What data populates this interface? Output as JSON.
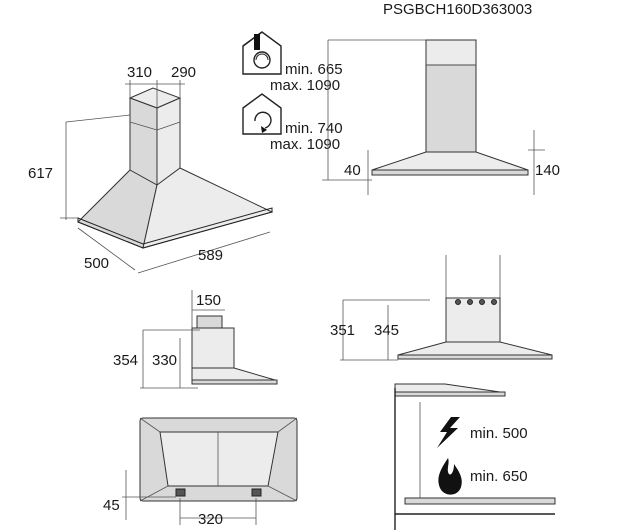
{
  "model_code": "PSGBCH160D363003",
  "top_view": {
    "chimney_depth": "310",
    "chimney_width": "290",
    "height": "617",
    "depth": "500",
    "width": "589"
  },
  "distances": {
    "extraction": {
      "min": "min. 665",
      "max": "max. 1090",
      "icon": "extraction-mode-house-icon"
    },
    "recirculation": {
      "min": "min. 740",
      "max": "max. 1090",
      "icon": "recirculation-mode-house-icon"
    }
  },
  "front_view": {
    "canopy_height": "40",
    "edge_height": "140"
  },
  "side_view": {
    "outlet_width": "150",
    "height_a": "354",
    "height_b": "330"
  },
  "back_view": {
    "height_a": "351",
    "height_b": "345"
  },
  "bottom_view": {
    "bracket_offset": "45",
    "bracket_spacing": "320"
  },
  "clearance": {
    "electric": {
      "label": "min. 500",
      "icon": "electric-hob-icon"
    },
    "gas": {
      "label": "min. 650",
      "icon": "gas-flame-icon"
    }
  },
  "colors": {
    "line": "#222222",
    "shade": "#d9d9d9"
  }
}
